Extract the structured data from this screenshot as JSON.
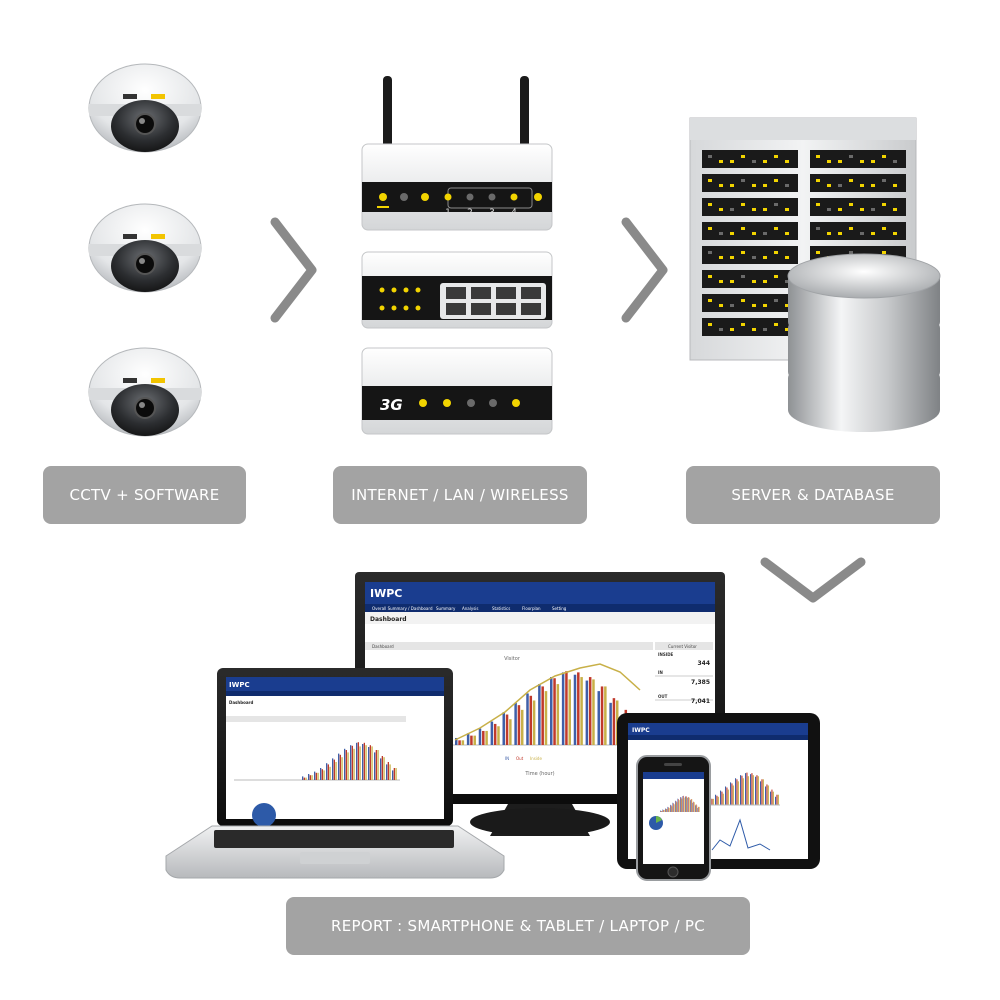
{
  "labels": {
    "cctv": "CCTV + SOFTWARE",
    "network": "INTERNET / LAN / WIRELESS",
    "server": "SERVER & DATABASE",
    "report": "REPORT : SMARTPHONE & TABLET / LAPTOP / PC"
  },
  "router": {
    "ports": [
      "1",
      "2",
      "3",
      "4"
    ]
  },
  "modem": {
    "badge": "3G"
  },
  "dashboard": {
    "brand": "IWPC",
    "page_title": "Dashboard",
    "tabs": [
      "Overall Summary / Dashboard",
      "Summary",
      "Analysis",
      "Statistics",
      "Floorplan",
      "Setting"
    ],
    "panel_title": "Dashboard",
    "chart_title": "Visitor",
    "chart_xlabel": "Time (hour)",
    "legend": [
      "IN",
      "Out",
      "Inside"
    ],
    "current_visitor_title": "Current Visitor",
    "stats": [
      {
        "label": "INSIDE",
        "value": "344"
      },
      {
        "label": "IN",
        "value": "7,385"
      },
      {
        "label": "OUT",
        "value": "7,041"
      }
    ]
  },
  "chart_data": {
    "type": "bar",
    "series": [
      {
        "name": "IN",
        "values": [
          6,
          10,
          14,
          20,
          28,
          36,
          44,
          52,
          58,
          62,
          60,
          55,
          46,
          36,
          26,
          16
        ]
      },
      {
        "name": "Out",
        "values": [
          4,
          8,
          12,
          18,
          26,
          34,
          42,
          50,
          57,
          63,
          62,
          58,
          50,
          40,
          30,
          20
        ]
      },
      {
        "name": "Inside",
        "values": [
          4,
          8,
          12,
          16,
          22,
          30,
          38,
          46,
          52,
          56,
          58,
          56,
          50,
          38,
          26,
          20
        ]
      }
    ],
    "colors": {
      "IN": "#3f5fa8",
      "Out": "#c0392b",
      "Inside": "#c8b048"
    },
    "title": "Visitor",
    "xlabel": "Time (hour)"
  },
  "colors": {
    "label_bg": "#a3a3a3",
    "chevron": "#8a8a8a",
    "app_header": "#1a3d8f",
    "led": "#f2d400"
  },
  "icons": {
    "dome_camera": "dome-camera-icon",
    "router": "router-icon",
    "switch": "network-switch-icon",
    "modem": "modem-3g-icon",
    "server_rack": "server-rack-icon",
    "database": "database-icon",
    "monitor": "monitor-icon",
    "laptop": "laptop-icon",
    "tablet": "tablet-icon",
    "smartphone": "smartphone-icon"
  }
}
